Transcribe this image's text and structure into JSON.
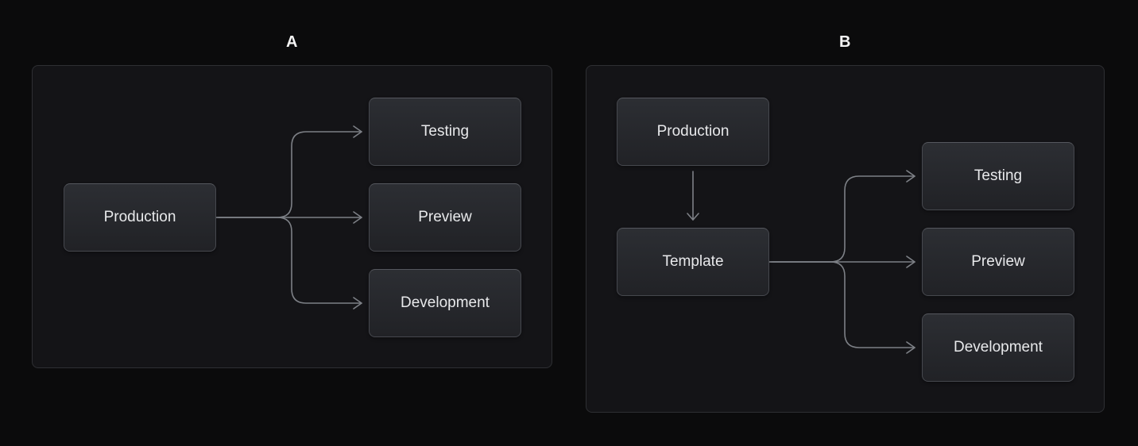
{
  "diagram": {
    "panels": [
      {
        "title": "A",
        "nodes": [
          {
            "id": "production",
            "label": "Production"
          },
          {
            "id": "testing",
            "label": "Testing"
          },
          {
            "id": "preview",
            "label": "Preview"
          },
          {
            "id": "development",
            "label": "Development"
          }
        ],
        "edges": [
          {
            "from": "production",
            "to": "testing"
          },
          {
            "from": "production",
            "to": "preview"
          },
          {
            "from": "production",
            "to": "development"
          }
        ]
      },
      {
        "title": "B",
        "nodes": [
          {
            "id": "production",
            "label": "Production"
          },
          {
            "id": "template",
            "label": "Template"
          },
          {
            "id": "testing",
            "label": "Testing"
          },
          {
            "id": "preview",
            "label": "Preview"
          },
          {
            "id": "development",
            "label": "Development"
          }
        ],
        "edges": [
          {
            "from": "production",
            "to": "template"
          },
          {
            "from": "template",
            "to": "testing"
          },
          {
            "from": "template",
            "to": "preview"
          },
          {
            "from": "template",
            "to": "development"
          }
        ]
      }
    ],
    "colors": {
      "background": "#0b0b0c",
      "panel_fill": "#141417",
      "panel_border": "#2e2f33",
      "node_fill_top": "#2c2e33",
      "node_fill_bottom": "#212226",
      "node_border": "#46484e",
      "node_text": "#e8e9eb",
      "connector": "#7d8086",
      "title_text": "#f4f4f4"
    }
  }
}
